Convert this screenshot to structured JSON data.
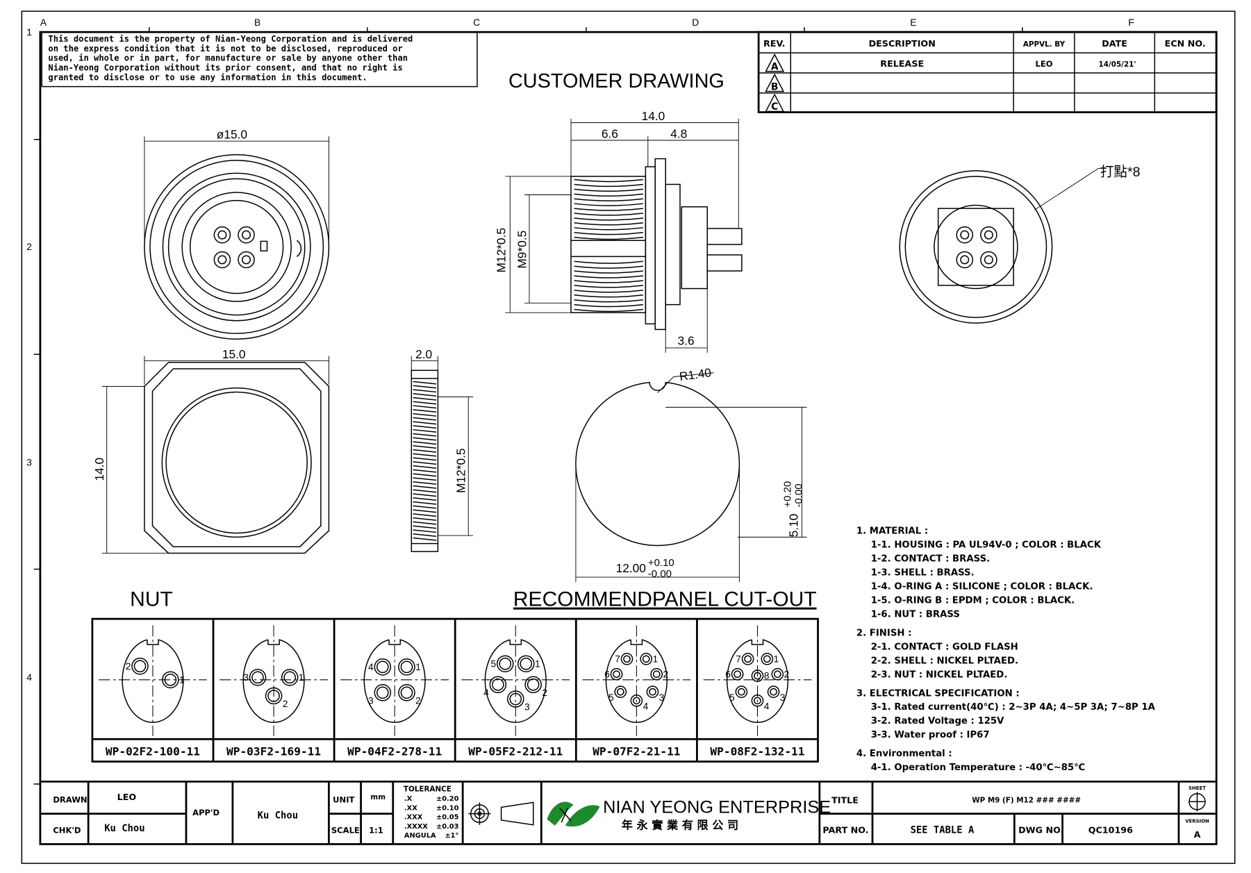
{
  "zones": {
    "cols": [
      "A",
      "B",
      "C",
      "D",
      "E",
      "F"
    ],
    "rows": [
      "1",
      "2",
      "3",
      "4"
    ]
  },
  "notice": [
    "This document is the property of Nian-Yeong Corporation and is delivered",
    "on  the  express condition that it is not to be disclosed, reproduced or",
    "used, in whole or in part, for manufacture or sale by anyone other than",
    "Nian-Yeong Corporation without  its prior consent, and that  no right  is",
    "granted to disclose or to use any information in this  document."
  ],
  "title_main": "CUSTOMER  DRAWING",
  "revision_table": {
    "headers": [
      "REV.",
      "DESCRIPTION",
      "APPVL. BY",
      "DATE",
      "ECN NO."
    ],
    "rows": [
      {
        "rev": "A",
        "description": "RELEASE",
        "appvl": "LEO",
        "date": "14/05/21'",
        "ecn": ""
      },
      {
        "rev": "B",
        "description": "",
        "appvl": "",
        "date": "",
        "ecn": ""
      },
      {
        "rev": "C",
        "description": "",
        "appvl": "",
        "date": "",
        "ecn": ""
      }
    ]
  },
  "dimensions": {
    "front_dia": "ø15.0",
    "side_total": "14.0",
    "side_a": "6.6",
    "side_b": "4.8",
    "side_m12": "M12*0.5",
    "side_m9": "M9*0.5",
    "side_rear": "3.6",
    "rear_note": "打點*8",
    "nut_width": "15.0",
    "nut_height": "14.0",
    "nut_thick": "2.0",
    "nut_thread": "M12*0.5",
    "cut_radius": "R1.40",
    "cut_dia": "12.00",
    "cut_dia_tol_plus": "+0.10",
    "cut_dia_tol_minus": "-0.00",
    "cut_flat": "5.10",
    "cut_flat_tol_plus": "+0.20",
    "cut_flat_tol_minus": "-0.00"
  },
  "labels": {
    "nut": "NUT",
    "cutout": "RECOMMENDPANEL  CUT-OUT"
  },
  "pin_table": [
    {
      "part": "WP-02F2-100-11",
      "pins": [
        "2",
        "1"
      ]
    },
    {
      "part": "WP-03F2-169-11",
      "pins": [
        "3",
        "1",
        "2"
      ]
    },
    {
      "part": "WP-04F2-278-11",
      "pins": [
        "4",
        "1",
        "3",
        "2"
      ]
    },
    {
      "part": "WP-05F2-212-11",
      "pins": [
        "5",
        "1",
        "4",
        "2",
        "3"
      ]
    },
    {
      "part": "WP-07F2-21-11",
      "pins": [
        "7",
        "1",
        "6",
        "2",
        "5",
        "3",
        "4"
      ]
    },
    {
      "part": "WP-08F2-132-11",
      "pins": [
        "7",
        "1",
        "6",
        "2",
        "5",
        "3",
        "4",
        "8"
      ]
    }
  ],
  "notes": [
    "1. MATERIAL :",
    "   1-1. HOUSING : PA UL94V-0 ; COLOR : BLACK",
    "   1-2. CONTACT : BRASS.",
    "   1-3. SHELL    : BRASS.",
    "   1-4. O-RING A : SILICONE ; COLOR : BLACK.",
    "   1-5. O-RING B : EPDM ; COLOR : BLACK.",
    "   1-6. NUT : BRASS",
    "2. FINISH :",
    "   2-1. CONTACT : GOLD FLASH",
    "   2-2. SHELL   : NICKEL PLTAED.",
    "   2-3. NUT : NICKEL PLTAED.",
    "3. ELECTRICAL SPECIFICATION :",
    "   3-1. Rated current(40℃) : 2~3P 4A; 4~5P 3A; 7~8P 1A",
    "   3-2. Rated Voltage : 125V",
    "   3-3. Water proof : IP67",
    "4. Environmental :",
    "   4-1. Operation Temperature : -40℃~85℃"
  ],
  "title_block": {
    "drawn_label": "DRAWN",
    "drawn": "LEO",
    "chkd_label": "CHK'D",
    "chkd": "Ku Chou",
    "appd_label": "APP'D",
    "appd": "Ku Chou",
    "unit_label": "UNIT",
    "unit": "mm",
    "scale_label": "SCALE",
    "scale": "1:1",
    "tolerance_title": "TOLERANCE",
    "tolerances": [
      [
        ".X",
        "±0.20"
      ],
      [
        ".XX",
        "±0.10"
      ],
      [
        ".XXX",
        "±0.05"
      ],
      [
        ".XXXX",
        "±0.03"
      ],
      [
        "ANGULA",
        "±1°"
      ]
    ],
    "company_en": "NIAN YEONG ENTERPRISE",
    "company_zh": "年 永 實 業 有 限 公 司",
    "title_label": "TITLE",
    "title": "WP M9 (F)  M12 ### ####",
    "part_label": "PART NO.",
    "part": "SEE TABLE A",
    "dwg_label": "DWG NO.",
    "dwg": "QC10196",
    "sheet_label": "SHEET",
    "version_label": "VERSION",
    "version": "A",
    "logo_color": "#1e8a2e"
  }
}
